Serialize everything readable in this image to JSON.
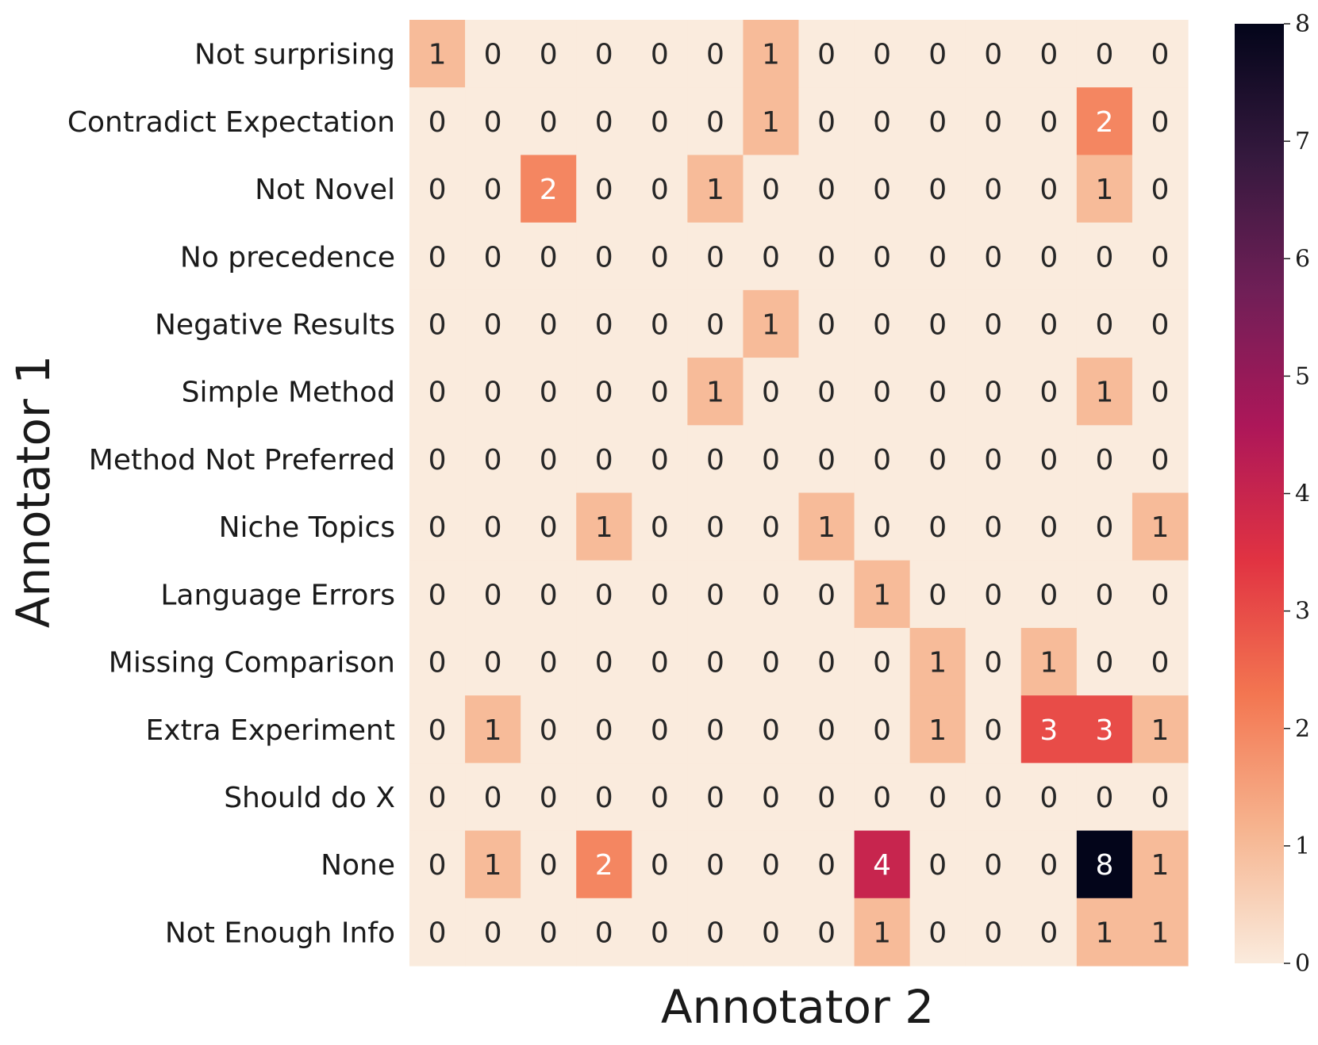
{
  "chart_data": {
    "type": "heatmap",
    "xlabel": "Annotator 2",
    "ylabel": "Annotator 1",
    "row_labels": [
      "Not surprising",
      "Contradict Expectation",
      "Not Novel",
      "No precedence",
      "Negative Results",
      "Simple Method",
      "Method Not Preferred",
      "Niche Topics",
      "Language Errors",
      "Missing Comparison",
      "Extra Experiment",
      "Should do X",
      "None",
      "Not Enough Info"
    ],
    "values": [
      [
        1,
        0,
        0,
        0,
        0,
        0,
        1,
        0,
        0,
        0,
        0,
        0,
        0,
        0
      ],
      [
        0,
        0,
        0,
        0,
        0,
        0,
        1,
        0,
        0,
        0,
        0,
        0,
        2,
        0
      ],
      [
        0,
        0,
        2,
        0,
        0,
        1,
        0,
        0,
        0,
        0,
        0,
        0,
        1,
        0
      ],
      [
        0,
        0,
        0,
        0,
        0,
        0,
        0,
        0,
        0,
        0,
        0,
        0,
        0,
        0
      ],
      [
        0,
        0,
        0,
        0,
        0,
        0,
        1,
        0,
        0,
        0,
        0,
        0,
        0,
        0
      ],
      [
        0,
        0,
        0,
        0,
        0,
        1,
        0,
        0,
        0,
        0,
        0,
        0,
        1,
        0
      ],
      [
        0,
        0,
        0,
        0,
        0,
        0,
        0,
        0,
        0,
        0,
        0,
        0,
        0,
        0
      ],
      [
        0,
        0,
        0,
        1,
        0,
        0,
        0,
        1,
        0,
        0,
        0,
        0,
        0,
        1
      ],
      [
        0,
        0,
        0,
        0,
        0,
        0,
        0,
        0,
        1,
        0,
        0,
        0,
        0,
        0
      ],
      [
        0,
        0,
        0,
        0,
        0,
        0,
        0,
        0,
        0,
        1,
        0,
        1,
        0,
        0
      ],
      [
        0,
        1,
        0,
        0,
        0,
        0,
        0,
        0,
        0,
        1,
        0,
        3,
        3,
        1
      ],
      [
        0,
        0,
        0,
        0,
        0,
        0,
        0,
        0,
        0,
        0,
        0,
        0,
        0,
        0
      ],
      [
        0,
        1,
        0,
        2,
        0,
        0,
        0,
        0,
        4,
        0,
        0,
        0,
        8,
        1
      ],
      [
        0,
        0,
        0,
        0,
        0,
        0,
        0,
        0,
        1,
        0,
        0,
        0,
        1,
        1
      ]
    ],
    "colorbar": {
      "range": [
        0,
        8
      ],
      "ticks": [
        "0",
        "1",
        "2",
        "3",
        "4",
        "5",
        "6",
        "7",
        "8"
      ]
    },
    "colormap_stops": [
      "#faebdd",
      "#f6b48f",
      "#f37651",
      "#e13342",
      "#ad1759",
      "#701f57",
      "#35193e",
      "#03051a"
    ]
  }
}
